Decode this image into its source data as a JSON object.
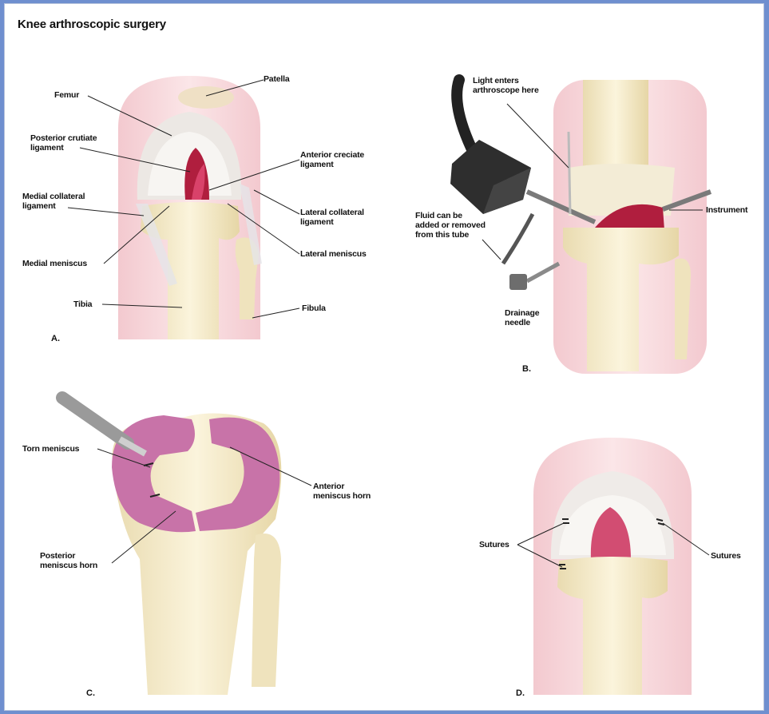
{
  "title": "Knee arthroscopic surgery",
  "panels": {
    "a": {
      "letter": "A.",
      "labels": {
        "patella": "Patella",
        "femur": "Femur",
        "pcl": "Posterior crutiate\nligament",
        "acl": "Anterior creciate\nligament",
        "mcl": "Medial collateral\nligament",
        "lcl": "Lateral collateral\nligament",
        "medial_meniscus": "Medial meniscus",
        "lateral_meniscus": "Lateral meniscus",
        "tibia": "Tibia",
        "fibula": "Fibula"
      }
    },
    "b": {
      "letter": "B.",
      "labels": {
        "light": "Light enters\narthroscope here",
        "instrument": "Instrument",
        "fluid": "Fluid can be\nadded or removed\nfrom this tube",
        "drainage": "Drainage\nneedle"
      }
    },
    "c": {
      "letter": "C.",
      "labels": {
        "torn": "Torn meniscus",
        "anterior_horn": "Anterior\nmeniscus horn",
        "posterior_horn": "Posterior\nmeniscus horn"
      }
    },
    "d": {
      "letter": "D.",
      "labels": {
        "sutures_left": "Sutures",
        "sutures_right": "Sutures"
      }
    }
  }
}
